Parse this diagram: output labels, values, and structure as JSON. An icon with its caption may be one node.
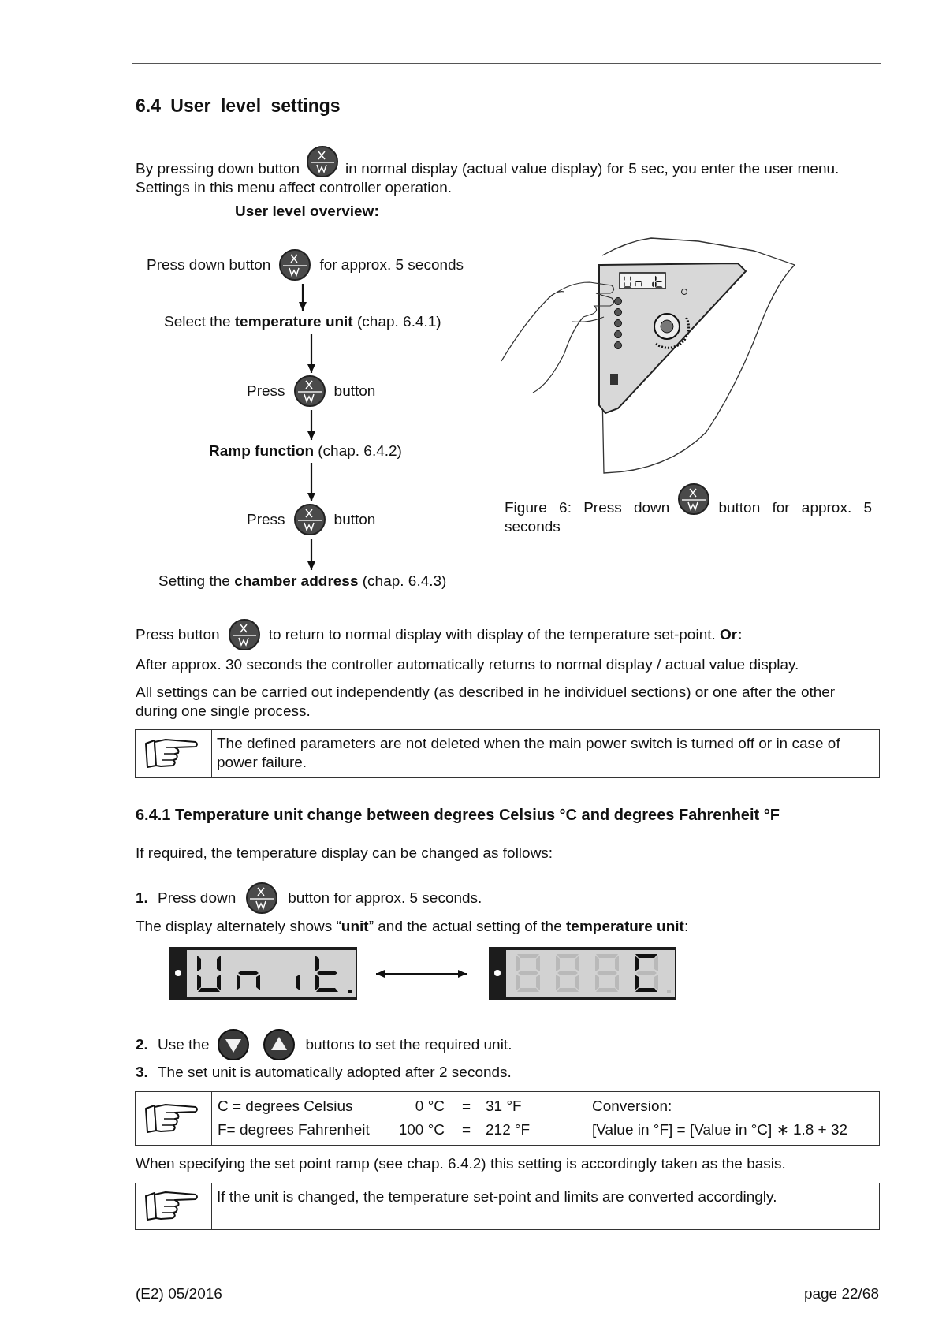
{
  "diagram": {
    "title": "6.4 User level settings",
    "nodes": [
      {
        "text": [
          "Press down button",
          "for approx. 5 seconds"
        ]
      },
      {
        "text": [
          "Select the **temperature unit** (chap. 6.4.1)"
        ]
      },
      {
        "text": [
          "Press",
          "button"
        ]
      },
      {
        "text": [
          "**Ramp function** (chap. 6.4.2)"
        ]
      },
      {
        "text": [
          "Press",
          "button"
        ]
      },
      {
        "text": [
          "Setting the **chamber address** (chap. 6.4.3)"
        ]
      },
      {
        "text": [],
        "shape": "picture"
      },
      {
        "text": [],
        "shape": "picture"
      }
    ],
    "edges": [
      {
        "from": 0,
        "to": 1,
        "arrow": "to"
      },
      {
        "from": 1,
        "to": 2,
        "arrow": "to"
      },
      {
        "from": 2,
        "to": 3,
        "arrow": "to"
      },
      {
        "from": 3,
        "to": 4,
        "arrow": "to"
      },
      {
        "from": 4,
        "to": 5,
        "arrow": "to"
      },
      {
        "from": 6,
        "to": 7,
        "arrow": "both"
      }
    ],
    "labels": [
      "By pressing down button",
      "in normal display (actual value display) for 5 sec, you enter the user menu. Settings in this menu affect controller operation.",
      "User level overview:",
      "Figure 6: Press down",
      "button for approx. 5 seconds",
      "Press button",
      "to return to normal display with display of the temperature set-point. **Or:**",
      "After approx. 30 seconds the controller automatically returns to normal display / actual value display.",
      "All settings can be carried out independently (as described in he individuel sections) or one after the other during one single process.",
      "The defined parameters are not deleted when the main power switch is turned off or in case of power failure.",
      "6.4.1 Temperature unit change between degrees Celsius °C and degrees Fahrenheit °F",
      "If required, the temperature display can be changed as follows:",
      "1.",
      "Press down",
      "button for approx. 5 seconds.",
      "The display alternately shows “**unit**” and the actual setting of the **temperature unit**:",
      "2.",
      "Use the",
      "buttons to set the required unit.",
      "3.",
      "The set unit is automatically adopted after 2 seconds.",
      "C = degrees Celsius",
      "0 °C",
      "=",
      "31 °F",
      "Conversion:",
      "F= degrees Fahrenheit",
      "100 °C",
      "=",
      "212 °F",
      "[Value in °F] = [Value in °C] ∗ 1.8 + 32",
      "When specifying the set point ramp (see chap. 6.4.2) this setting is accordingly taken as the basis.",
      "If the unit is changed, the temperature set-point and limits are converted accordingly.",
      "(E2) 05/2016",
      "page 22/68"
    ]
  }
}
